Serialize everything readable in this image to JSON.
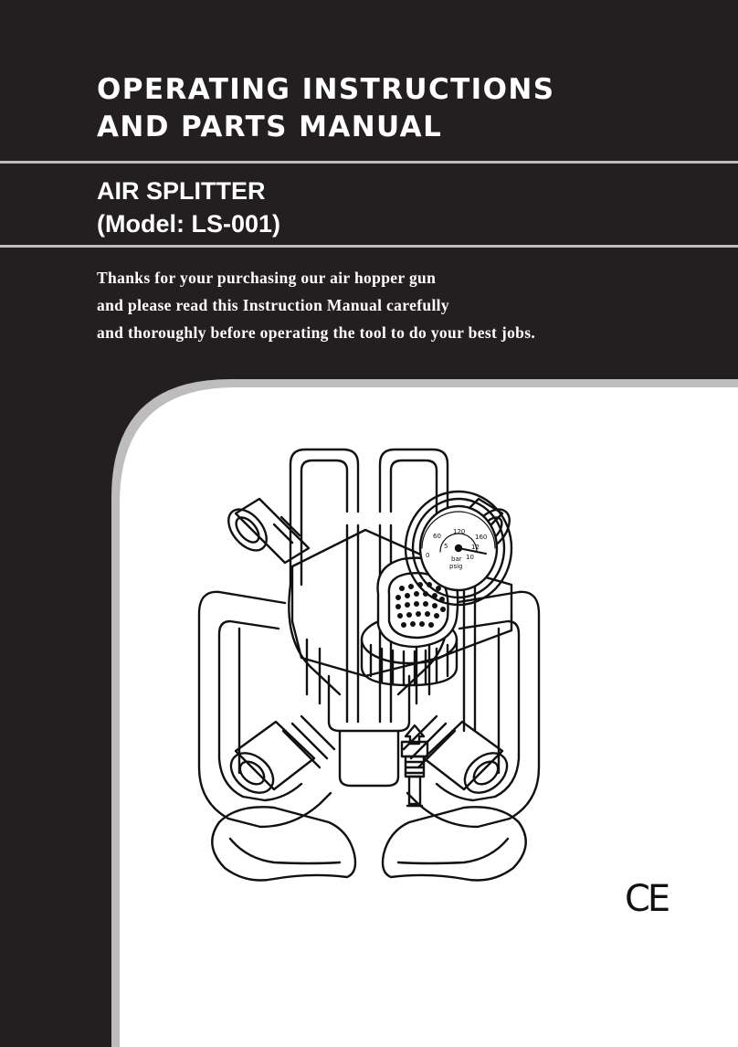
{
  "cover": {
    "title_line1": "OPERATING INSTRUCTIONS",
    "title_line2": "AND PARTS MANUAL",
    "product_name": "AIR SPLITTER",
    "model": "(Model: LS-001)",
    "intro_line1": "Thanks for your purchasing our air hopper gun",
    "intro_line2": "and please read this Instruction Manual carefully",
    "intro_line3": "and thoroughly before operating the tool to do your best jobs.",
    "certification_mark": "CE"
  },
  "gauge": {
    "outer_scale": [
      "60",
      "120",
      "160",
      "0"
    ],
    "inner_scale": [
      "5",
      "10",
      "12"
    ],
    "unit_bar": "bar",
    "unit_psig": "psig"
  },
  "colors": {
    "background": "#231f20",
    "panel": "#ffffff",
    "rule": "#bdbdbd",
    "text": "#ffffff"
  }
}
